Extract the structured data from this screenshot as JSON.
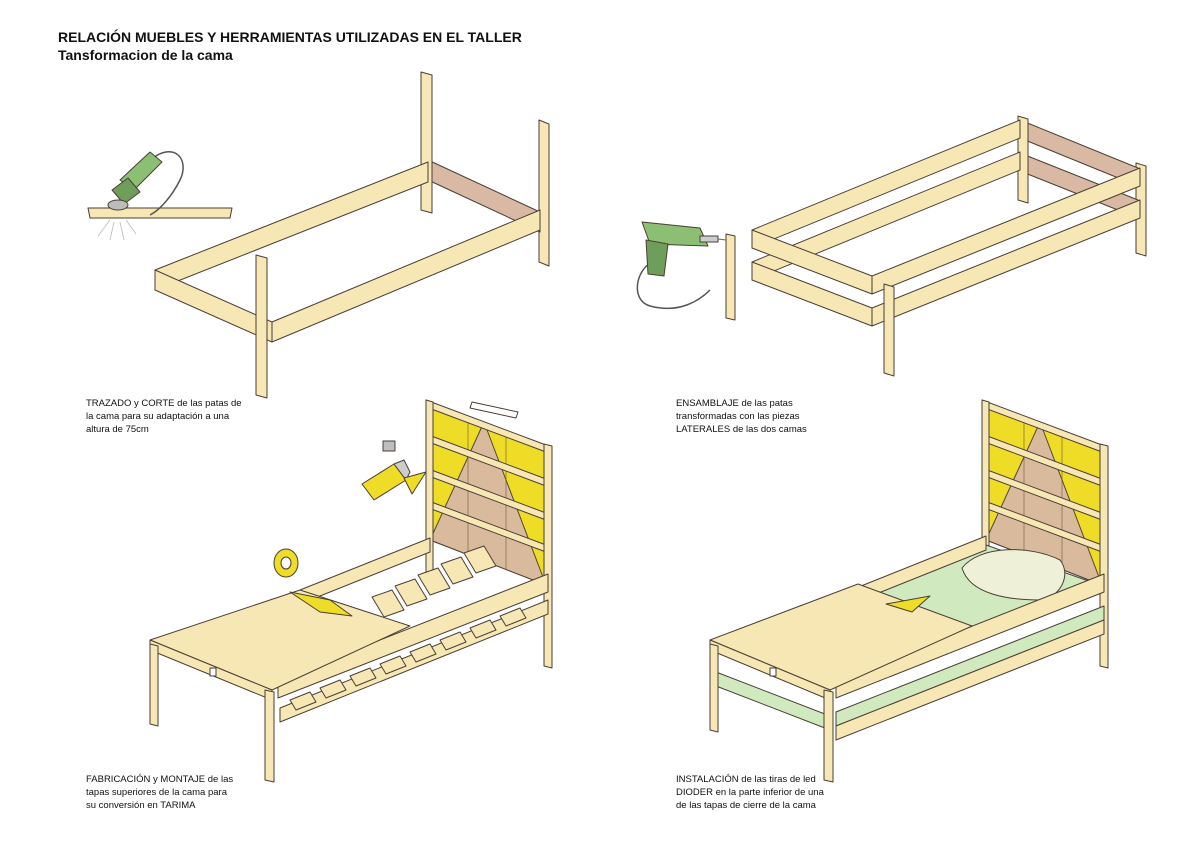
{
  "header": {
    "title": "RELACIÓN MUEBLES Y HERRAMIENTAS UTILIZADAS EN EL TALLER",
    "subtitle": "Tansformacion de la cama"
  },
  "steps": [
    {
      "lines": [
        "TRAZADO y CORTE de las patas de",
        "la cama para su adaptación a una",
        "altura de 75cm"
      ]
    },
    {
      "lines": [
        "ENSAMBLAJE de las patas",
        "transformadas con las piezas",
        "LATERALES de las dos camas"
      ]
    },
    {
      "lines": [
        "FABRICACIÓN y MONTAJE de las",
        "tapas superiores de la cama para",
        "su conversión en TARIMA"
      ]
    },
    {
      "lines": [
        "INSTALACIÓN de las tiras de led",
        "DIODER en la parte inferior de una",
        "de las tapas de cierre de la cama"
      ]
    }
  ],
  "colors": {
    "wood": "#f7e7b4",
    "wood_dark": "#d9b9a3",
    "outline": "#4a3f36",
    "yellow": "#eedc26",
    "green_tool": "#8cbf73",
    "led_green": "#d1e9bf",
    "pillow": "#eef0d8"
  }
}
